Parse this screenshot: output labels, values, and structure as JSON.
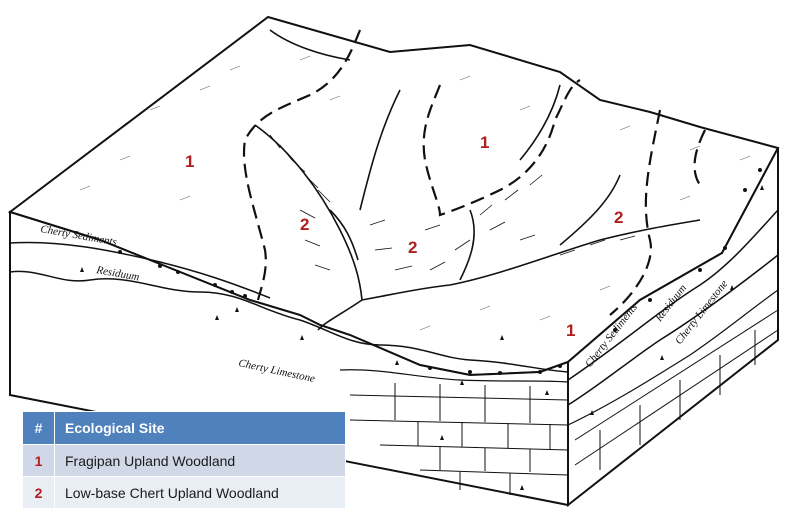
{
  "diagram": {
    "site_labels": [
      {
        "id": "upland-left",
        "text": "1"
      },
      {
        "id": "upland-center",
        "text": "1"
      },
      {
        "id": "upland-front",
        "text": "1"
      },
      {
        "id": "slope-left",
        "text": "2"
      },
      {
        "id": "slope-center",
        "text": "2"
      },
      {
        "id": "slope-right",
        "text": "2"
      }
    ],
    "layers": {
      "cherty_sediments_left": "Cherty Sediments",
      "residuum_left": "Residuum",
      "cherty_limestone_front": "Cherty Limestone",
      "cherty_sediments_right": "Cherty Sediments",
      "residuum_right": "Residuum",
      "cherty_limestone_right": "Cherty Limestone"
    }
  },
  "legend": {
    "header": {
      "num": "#",
      "site": "Ecological Site"
    },
    "rows": [
      {
        "num": "1",
        "site": "Fragipan Upland Woodland"
      },
      {
        "num": "2",
        "site": "Low-base Chert Upland Woodland"
      }
    ]
  }
}
